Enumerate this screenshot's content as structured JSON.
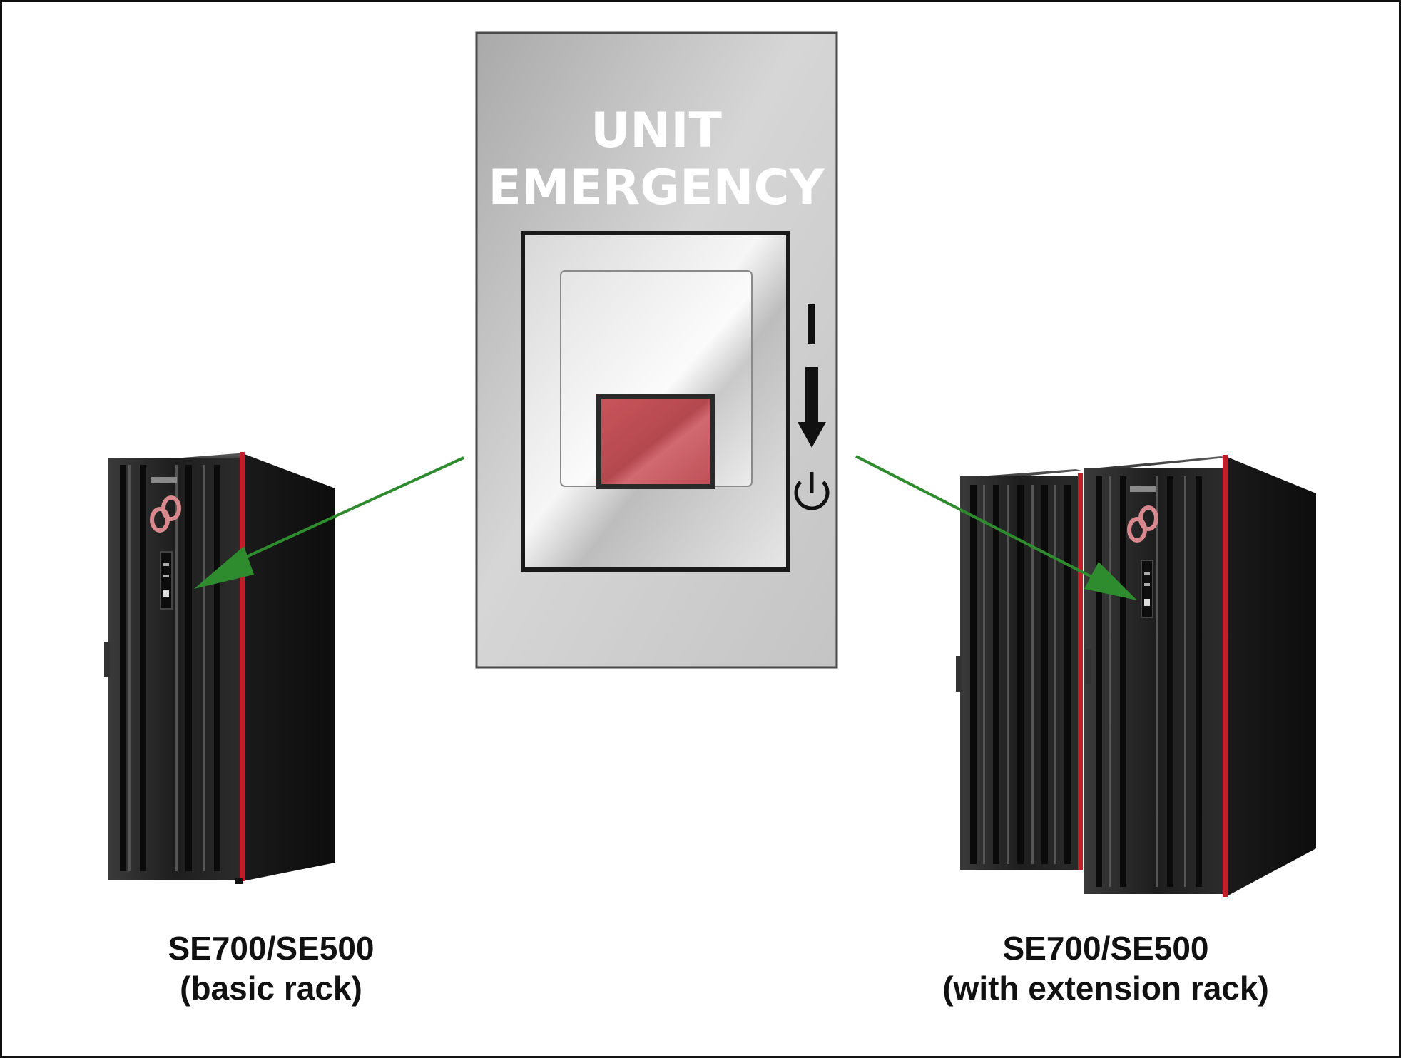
{
  "panel": {
    "title_line1": "UNIT",
    "title_line2": "EMERGENCY",
    "switch_marks": {
      "on": "I",
      "off": "power-symbol"
    }
  },
  "racks": [
    {
      "model": "SE700/SE500",
      "variant": "(basic rack)"
    },
    {
      "model": "SE700/SE500",
      "variant": "(with extension rack)"
    }
  ],
  "icons": [
    "emergency-switch-icon",
    "down-arrow-icon",
    "power-off-icon",
    "fujitsu-logo-icon"
  ],
  "colors": {
    "panel": "#c8c8c8",
    "switch_red": "#c4545b",
    "rack_body": "#1c1c1c",
    "rack_trim": "#c0202a",
    "arrow": "#2e8b2e"
  }
}
